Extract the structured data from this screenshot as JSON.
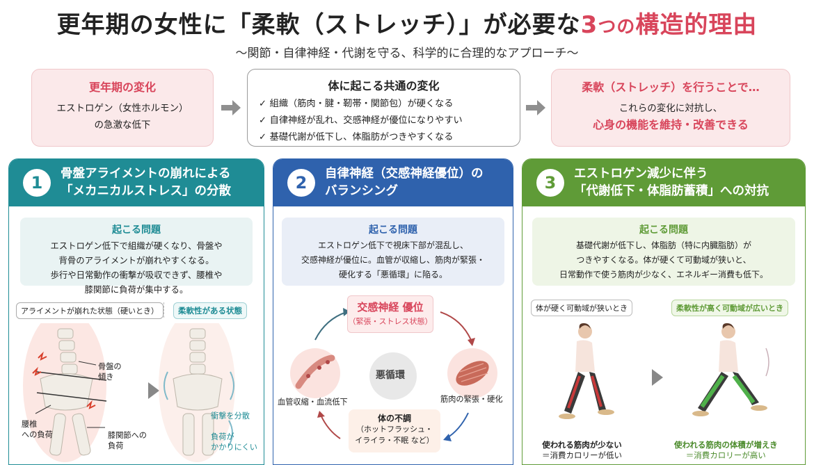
{
  "title": {
    "main": "更年期の女性に「柔軟（ストレッチ）」が必要な",
    "accent_num": "3",
    "accent_small": "つの",
    "accent_rest": "構造的理由"
  },
  "subtitle": "〜関節・自律神経・代謝を守る、科学的に合理的なアプローチ〜",
  "top": {
    "box1": {
      "heading": "更年期の変化",
      "line1": "エストロゲン（女性ホルモン）",
      "line2": "の急激な低下"
    },
    "box2": {
      "heading": "体に起こる共通の変化",
      "items": [
        "組織（筋肉・腱・靭帯・関節包）が硬くなる",
        "自律神経が乱れ、交感神経が優位になりやすい",
        "基礎代謝が低下し、体脂肪がつきやすくなる"
      ]
    },
    "box3": {
      "heading": "柔軟（ストレッチ）を行うことで…",
      "line1": "これらの変化に対抗し、",
      "line2": "心身の機能を維持・改善できる"
    }
  },
  "cards": [
    {
      "number": "1",
      "title_line1": "骨盤アライメントの崩れによる",
      "title_line2": "「メカニカルストレス」の分散",
      "problem_heading": "起こる問題",
      "problem_lines": [
        "エストロゲン低下で組織が硬くなり、骨盤や",
        "背骨のアライメントが崩れやすくなる。",
        "歩行や日常動作の衝撃が吸収できず、腰椎や",
        "膝関節に負荷が集中する。"
      ],
      "tag_left": "アライメントが崩れた状態（硬いとき）",
      "tag_right": "柔軟性がある状態",
      "label_pelvis_1": "骨盤の",
      "label_pelvis_2": "傾き",
      "label_lumbar_1": "腰椎",
      "label_lumbar_2": "への負荷",
      "label_knee_1": "膝関節への",
      "label_knee_2": "負荷",
      "label_disperse": "衝撃を分散",
      "label_load_1": "負荷が",
      "label_load_2": "かかりにくい"
    },
    {
      "number": "2",
      "title_line1": "自律神経（交感神経優位）の",
      "title_line2": "バランシング",
      "problem_heading": "起こる問題",
      "problem_lines": [
        "エストロゲン低下で視床下部が混乱し、",
        "交感神経が優位に。血管が収縮し、筋肉が緊張・",
        "硬化する「悪循環」に陥る。"
      ],
      "cycle_top": "交感神経 優位",
      "cycle_top_sub": "（緊張・ストレス状態）",
      "cycle_center": "悪循環",
      "cycle_left": "血管収縮・血流低下",
      "cycle_right": "筋肉の緊張・硬化",
      "cycle_bottom_head": "体の不調",
      "cycle_bottom_1": "（ホットフラッシュ・",
      "cycle_bottom_2": "イライラ・不眠 など）"
    },
    {
      "number": "3",
      "title_line1": "エストロゲン減少に伴う",
      "title_line2": "「代謝低下・体脂肪蓄積」への対抗",
      "problem_heading": "起こる問題",
      "problem_lines": [
        "基礎代謝が低下し、体脂肪（特に内臓脂肪）が",
        "つきやすくなる。体が硬くて可動域が狭いと、",
        "日常動作で使う筋肉が少なく、エネルギー消費も低下。"
      ],
      "tag_left": "体が硬く可動域が狭いとき",
      "tag_right": "柔軟性が高く可動域が広いとき",
      "caption_left_1": "使われる筋肉が少ない",
      "caption_left_2": "＝消費カロリーが低い",
      "caption_right_1": "使われる筋肉の体積が増えき",
      "caption_right_2": "＝消費カロリーが高い"
    }
  ],
  "colors": {
    "accent": "#d8455b",
    "teal": "#1f8c95",
    "blue": "#2f62ad",
    "green": "#5f9b37"
  }
}
